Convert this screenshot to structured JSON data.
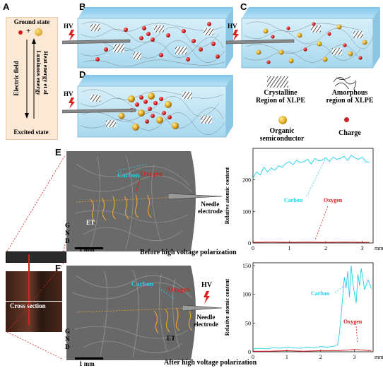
{
  "panels": {
    "A": "A",
    "B": "B",
    "C": "C",
    "D": "D",
    "E": "E",
    "F": "F"
  },
  "panelA": {
    "ground_state": "Ground state",
    "plus": "+",
    "electric_field": "Electric field",
    "luminous_energy": "Luminous energy",
    "heat_energy": "Heat energy et al",
    "excited_state": "Excited state"
  },
  "hv_label": "HV",
  "legend": {
    "crystalline": "Crystalline\nRegion of XLPE",
    "amorphous": "Amorphous\nregion of XLPE",
    "organic": "Organic\nsemiconductor",
    "charge": "Charge"
  },
  "micrographs": {
    "carbon": "Carbon",
    "oxygen": "Oxygen",
    "needle": "Needle\nelectrode",
    "et": "ET",
    "gnd": [
      "G",
      "N",
      "D"
    ],
    "scale": "1 mm",
    "before_caption": "Before high voltage polarization",
    "after_caption": "After high voltage polarization",
    "cross_section": "Cross section",
    "hv": "HV"
  },
  "colors": {
    "carbon": "#20d0e8",
    "oxygen": "#d42020",
    "charge": "#d02020",
    "organic": "#d4a020",
    "box": "#a8dcf0"
  },
  "chart_data": [
    {
      "type": "line",
      "ylabel": "Relative atomic content",
      "xlabel": "mm",
      "ylim": [
        0,
        300
      ],
      "xlim": [
        0,
        3.3
      ],
      "xticks": [
        0,
        1,
        2,
        3
      ],
      "yticks": [
        0,
        100,
        200
      ],
      "series": [
        {
          "name": "Carbon",
          "x": [
            0.0,
            0.1,
            0.2,
            0.3,
            0.4,
            0.5,
            0.6,
            0.7,
            0.8,
            0.9,
            1.0,
            1.1,
            1.2,
            1.3,
            1.4,
            1.5,
            1.6,
            1.7,
            1.8,
            1.9,
            2.0,
            2.1,
            2.2,
            2.3,
            2.4,
            2.5,
            2.6,
            2.7,
            2.8,
            2.9,
            3.0,
            3.1,
            3.2
          ],
          "y": [
            205,
            225,
            215,
            240,
            225,
            238,
            230,
            245,
            240,
            252,
            258,
            248,
            262,
            255,
            258,
            265,
            250,
            268,
            260,
            262,
            270,
            258,
            272,
            265,
            268,
            275,
            262,
            278,
            270,
            265,
            272,
            258,
            255
          ]
        },
        {
          "name": "Oxygen",
          "x": [
            0,
            0.5,
            1.0,
            1.5,
            2.0,
            2.5,
            3.0,
            3.2
          ],
          "y": [
            2,
            3,
            2,
            3,
            2,
            3,
            2,
            2
          ]
        }
      ]
    },
    {
      "type": "line",
      "ylabel": "Relative atomic content",
      "xlabel": "mm",
      "ylim": [
        0,
        155
      ],
      "xlim": [
        0,
        3.55
      ],
      "xticks": [
        0,
        1,
        2,
        3
      ],
      "yticks": [
        0,
        50,
        100,
        150
      ],
      "series": [
        {
          "name": "Carbon",
          "x": [
            0.0,
            0.2,
            0.4,
            0.6,
            0.8,
            1.0,
            1.2,
            1.4,
            1.6,
            1.8,
            2.0,
            2.2,
            2.4,
            2.5,
            2.55,
            2.6,
            2.65,
            2.7,
            2.75,
            2.8,
            2.85,
            2.9,
            2.95,
            3.0,
            3.05,
            3.1,
            3.15,
            3.2,
            3.3,
            3.4,
            3.5
          ],
          "y": [
            5,
            6,
            5,
            7,
            6,
            8,
            7,
            6,
            8,
            7,
            9,
            8,
            10,
            12,
            30,
            60,
            95,
            130,
            110,
            140,
            95,
            150,
            120,
            100,
            85,
            135,
            115,
            145,
            108,
            125,
            110
          ]
        },
        {
          "name": "Oxygen",
          "x": [
            0,
            0.5,
            1.0,
            1.5,
            2.0,
            2.5,
            2.8,
            3.0,
            3.2,
            3.5
          ],
          "y": [
            1,
            1,
            2,
            1,
            2,
            2,
            3,
            4,
            3,
            2
          ]
        }
      ]
    }
  ]
}
